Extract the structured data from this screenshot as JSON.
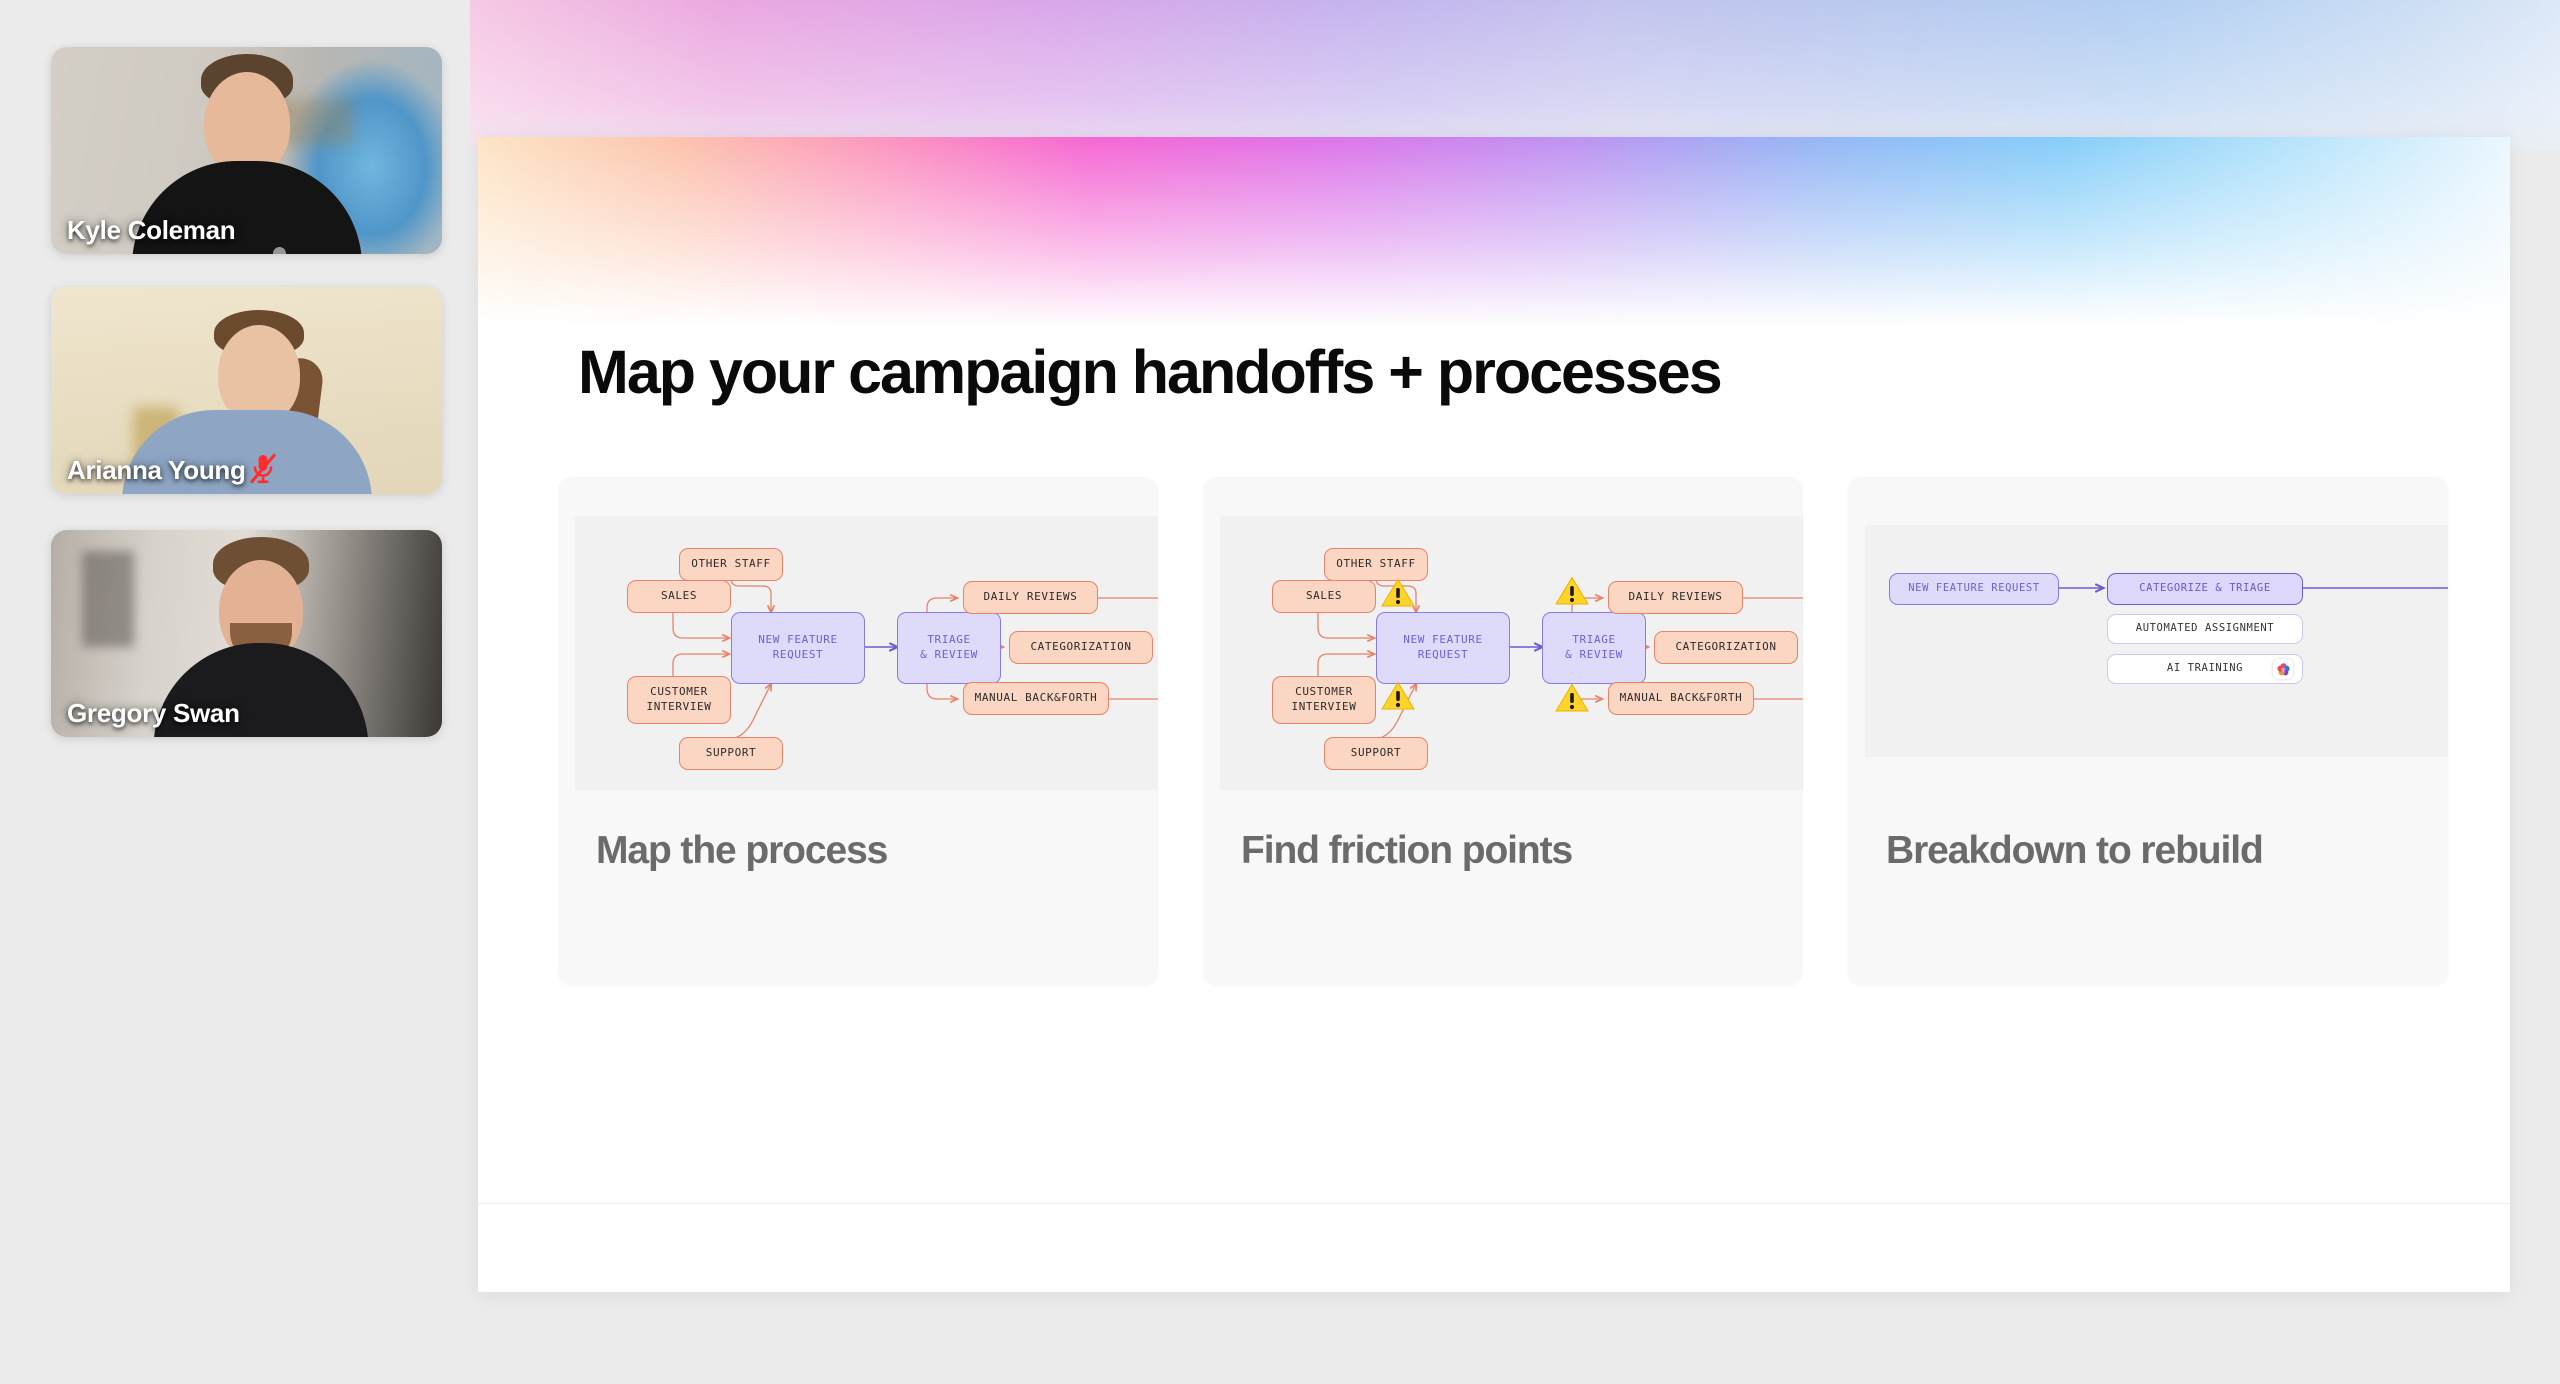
{
  "meeting": {
    "participants": [
      {
        "name": "Kyle Coleman",
        "muted": false
      },
      {
        "name": "Arianna Young",
        "muted": true
      },
      {
        "name": "Gregory Swan",
        "muted": false
      }
    ]
  },
  "slide": {
    "title": "Map your campaign handoffs + processes",
    "cards": [
      {
        "caption": "Map the process",
        "diagram": {
          "nodes": [
            {
              "id": "other_staff",
              "label": "OTHER STAFF",
              "style": "orange"
            },
            {
              "id": "sales",
              "label": "SALES",
              "style": "orange"
            },
            {
              "id": "customer_interview",
              "label": "CUSTOMER\nINTERVIEW",
              "style": "orange"
            },
            {
              "id": "support",
              "label": "SUPPORT",
              "style": "orange"
            },
            {
              "id": "new_feature_request",
              "label": "NEW FEATURE\nREQUEST",
              "style": "lavender"
            },
            {
              "id": "triage_review",
              "label": "TRIAGE\n& REVIEW",
              "style": "lavender"
            },
            {
              "id": "daily_reviews",
              "label": "DAILY REVIEWS",
              "style": "orange"
            },
            {
              "id": "categorization",
              "label": "CATEGORIZATION",
              "style": "orange"
            },
            {
              "id": "manual_back_forth",
              "label": "MANUAL BACK&FORTH",
              "style": "orange"
            }
          ],
          "warnings": 0
        }
      },
      {
        "caption": "Find friction points",
        "diagram": {
          "nodes": [
            {
              "id": "other_staff",
              "label": "OTHER STAFF",
              "style": "orange"
            },
            {
              "id": "sales",
              "label": "SALES",
              "style": "orange"
            },
            {
              "id": "customer_interview",
              "label": "CUSTOMER\nINTERVIEW",
              "style": "orange"
            },
            {
              "id": "support",
              "label": "SUPPORT",
              "style": "orange"
            },
            {
              "id": "new_feature_request",
              "label": "NEW FEATURE\nREQUEST",
              "style": "lavender"
            },
            {
              "id": "triage_review",
              "label": "TRIAGE\n& REVIEW",
              "style": "lavender"
            },
            {
              "id": "daily_reviews",
              "label": "DAILY REVIEWS",
              "style": "orange"
            },
            {
              "id": "categorization",
              "label": "CATEGORIZATION",
              "style": "orange"
            },
            {
              "id": "manual_back_forth",
              "label": "MANUAL BACK&FORTH",
              "style": "orange"
            }
          ],
          "warnings": 4
        }
      },
      {
        "caption": "Breakdown to rebuild",
        "diagram": {
          "nodes": [
            {
              "id": "new_feature_request",
              "label": "NEW FEATURE REQUEST",
              "style": "lavender"
            },
            {
              "id": "categorize_triage",
              "label": "CATEGORIZE & TRIAGE",
              "style": "lavender-strong"
            },
            {
              "id": "automated_assignment",
              "label": "AUTOMATED ASSIGNMENT",
              "style": "white"
            },
            {
              "id": "ai_training",
              "label": "AI TRAINING",
              "style": "white",
              "badge": "ai-sparkle-icon"
            }
          ],
          "warnings": 0
        }
      }
    ]
  },
  "colors": {
    "orange_fill": "#fbd6c2",
    "orange_border": "#e8836a",
    "lavender_fill": "#dedaf9",
    "lavender_border": "#8a7ae8",
    "lavender_text": "#6e5fd8",
    "warning_yellow": "#ffd428",
    "caption_gray": "#6b6b6b",
    "mic_muted_red": "#ff2e2e"
  }
}
